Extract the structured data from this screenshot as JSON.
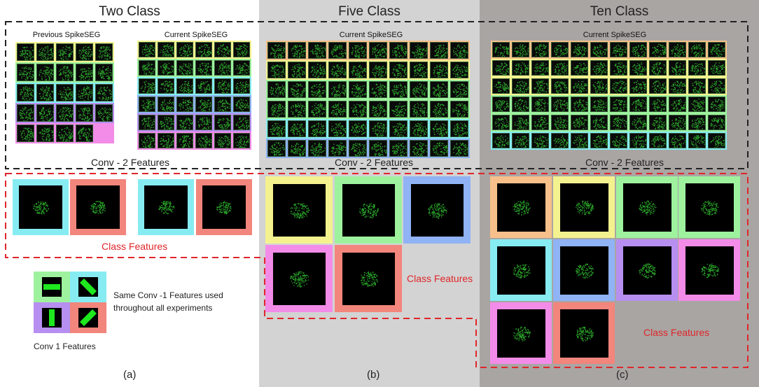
{
  "panels": [
    {
      "title": "Two Class",
      "caption": "(a)"
    },
    {
      "title": "Five Class",
      "caption": "(b)"
    },
    {
      "title": "Ten Class",
      "caption": "(c)"
    }
  ],
  "labels": {
    "previous_spikeseg": "Previous SpikeSEG",
    "current_spikeseg": "Current SpikeSEG",
    "conv2_features": "Conv - 2 Features",
    "class_features": "Class Features",
    "conv1_features": "Conv 1 Features",
    "conv1_note_line1": "Same Conv -1 Features used",
    "conv1_note_line2": "throughout all experiments"
  },
  "colors": {
    "orange": "#f7c08a",
    "yellow": "#f4f28f",
    "green": "#9ef29e",
    "cyan": "#86ecf2",
    "blue": "#8fb3f4",
    "purple": "#b78ff0",
    "pink": "#f28ce8",
    "red": "#f2857c",
    "feature_green": "#2ba82b",
    "dashed_black": "#222222",
    "dashed_red": "#e0262a"
  },
  "grids": {
    "previous": {
      "rows": [
        {
          "color": "yellow",
          "count": 5
        },
        {
          "color": "green",
          "count": 5
        },
        {
          "color": "cyan",
          "count": 5
        },
        {
          "color": "purple",
          "count": 5
        },
        {
          "color": "pink",
          "count": 4
        }
      ]
    },
    "current_two": {
      "rows": [
        {
          "color": "yellow",
          "count": 6
        },
        {
          "color": "green",
          "count": 6
        },
        {
          "color": "cyan",
          "count": 6
        },
        {
          "color": "blue",
          "count": 6
        },
        {
          "color": "purple",
          "count": 6
        },
        {
          "color": "pink",
          "count": 6
        }
      ]
    },
    "current_five": {
      "rows": [
        {
          "color": "orange",
          "count": 10
        },
        {
          "color": "yellow",
          "count": 10
        },
        {
          "color": "green",
          "count": 10
        },
        {
          "color": "green",
          "count": 10
        },
        {
          "color": "cyan",
          "count": 10
        },
        {
          "color": "blue",
          "count": 10
        }
      ]
    },
    "current_ten": {
      "rows": [
        {
          "color": "orange",
          "count": 12
        },
        {
          "color": "yellow",
          "count": 12
        },
        {
          "color": "yellow",
          "count": 12
        },
        {
          "color": "green",
          "count": 12
        },
        {
          "color": "green",
          "count": 12
        },
        {
          "color": "cyan",
          "count": 12
        }
      ]
    }
  },
  "class_features": {
    "two": [
      "cyan",
      "red",
      "cyan",
      "red"
    ],
    "five": [
      "yellow",
      "green",
      "blue",
      "pink",
      "red"
    ],
    "ten": [
      "orange",
      "yellow",
      "green",
      "green",
      "cyan",
      "blue",
      "purple",
      "pink",
      "pink",
      "red"
    ]
  },
  "conv1": [
    {
      "color": "green",
      "pattern": "horizontal"
    },
    {
      "color": "cyan",
      "pattern": "diagonal-down"
    },
    {
      "color": "purple",
      "pattern": "vertical"
    },
    {
      "color": "red",
      "pattern": "diagonal-up"
    }
  ]
}
